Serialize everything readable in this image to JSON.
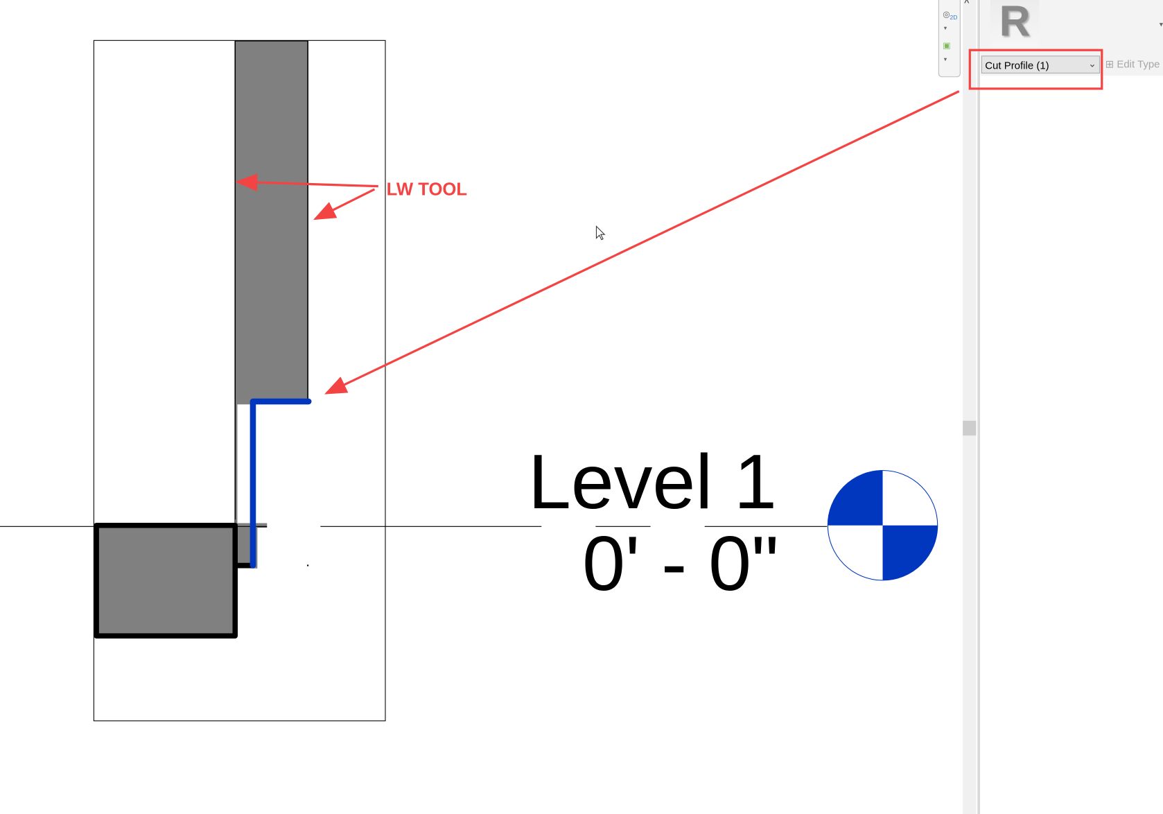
{
  "drawing": {
    "annotation_label": "LW TOOL",
    "level": {
      "name": "Level 1",
      "elevation": "0' - 0\""
    },
    "colors": {
      "annotation": "#f44343",
      "cut_line": "#0037be",
      "fill": "#808080",
      "level_marker": "#0037be"
    }
  },
  "properties_panel": {
    "type_selector": {
      "selected": "Cut Profile (1)"
    },
    "edit_type_label": "Edit Type",
    "logo_letter": "R"
  },
  "navigation_bar": {
    "icons": [
      "steering-wheel-2d-icon",
      "zoom-region-icon"
    ]
  }
}
